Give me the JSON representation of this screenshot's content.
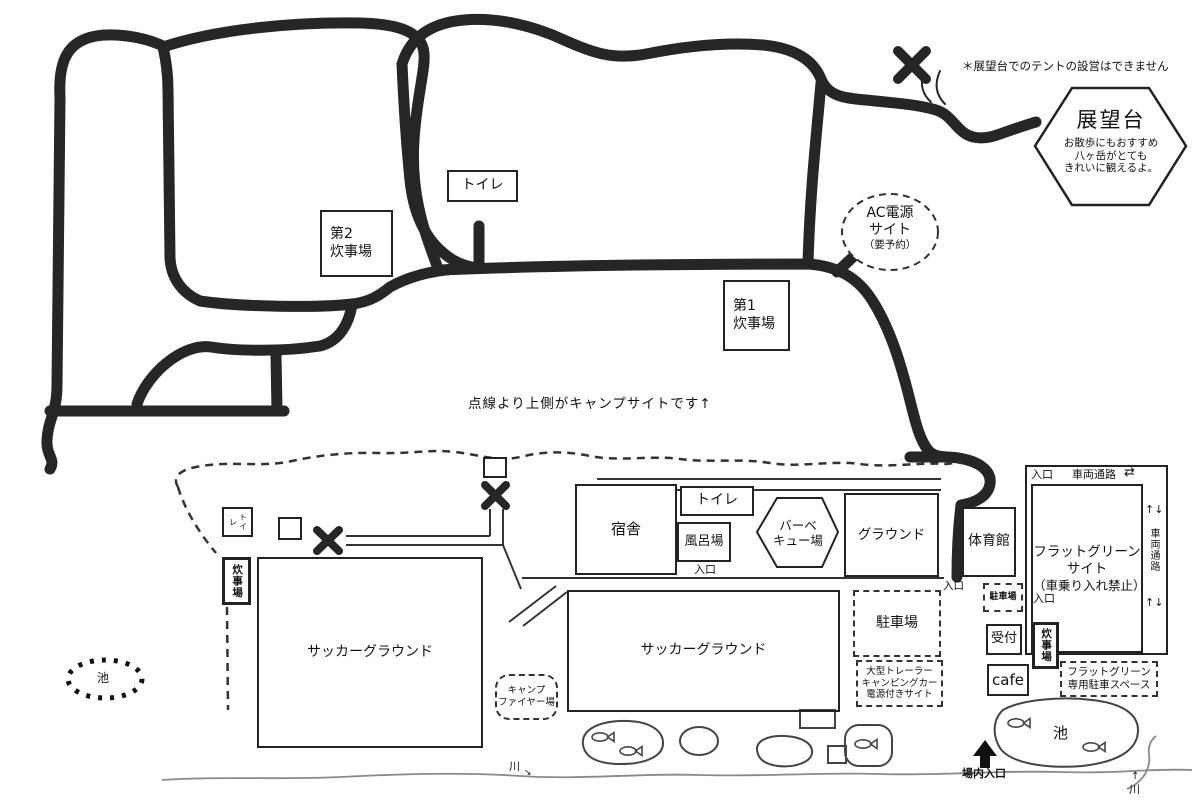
{
  "annotations": {
    "tent_note": "＊展望台でのテントの設営はできません",
    "campsite_note": "点線より上側がキャンプサイトです↑",
    "entrance": "入口",
    "site_entrance": "場内入口",
    "river": "川",
    "pond": "池",
    "arrow_up_down": "↑↓",
    "arrow_two_way": "⇄",
    "arrow_up": "↑",
    "arrow_down_right": "↘"
  },
  "lookout": {
    "name": "展望台",
    "desc1": "お散歩にもおすすめ",
    "desc2": "八ヶ岳がとても",
    "desc3": "きれいに観えるよ。"
  },
  "ac_site": {
    "line1": "AC電源",
    "line2": "サイト",
    "line3": "（要予約）"
  },
  "facilities": {
    "toilet": "トイレ",
    "kitchen2_line1": "第2",
    "kitchen2_line2": "炊事場",
    "kitchen1_line1": "第1",
    "kitchen1_line2": "炊事場",
    "kitchen": "炊事場",
    "lodge": "宿舎",
    "bath": "風呂場",
    "bbq_line1": "バーベ",
    "bbq_line2": "キュー場",
    "ground": "グラウンド",
    "gym": "体育館",
    "soccer": "サッカーグラウンド",
    "reception": "受付",
    "cafe": "cafe",
    "parking": "駐車場",
    "vehicle_road": "車両通路",
    "flat_green_line1": "フラットグリーン",
    "flat_green_line2": "サイト",
    "flat_green_line3": "（車乗り入れ禁止）",
    "flat_green_parking_line1": "フラットグリーン",
    "flat_green_parking_line2": "専用駐車スペース",
    "trailer_line1": "大型トレーラー",
    "trailer_line2": "キャンピングカー",
    "trailer_line3": "電源付きサイト",
    "campfire_line1": "キャンプ",
    "campfire_line2": "ファイヤー場"
  },
  "colors": {
    "road": "#262626",
    "line": "#333333",
    "ink": "#111111",
    "bg": "#ffffff"
  }
}
